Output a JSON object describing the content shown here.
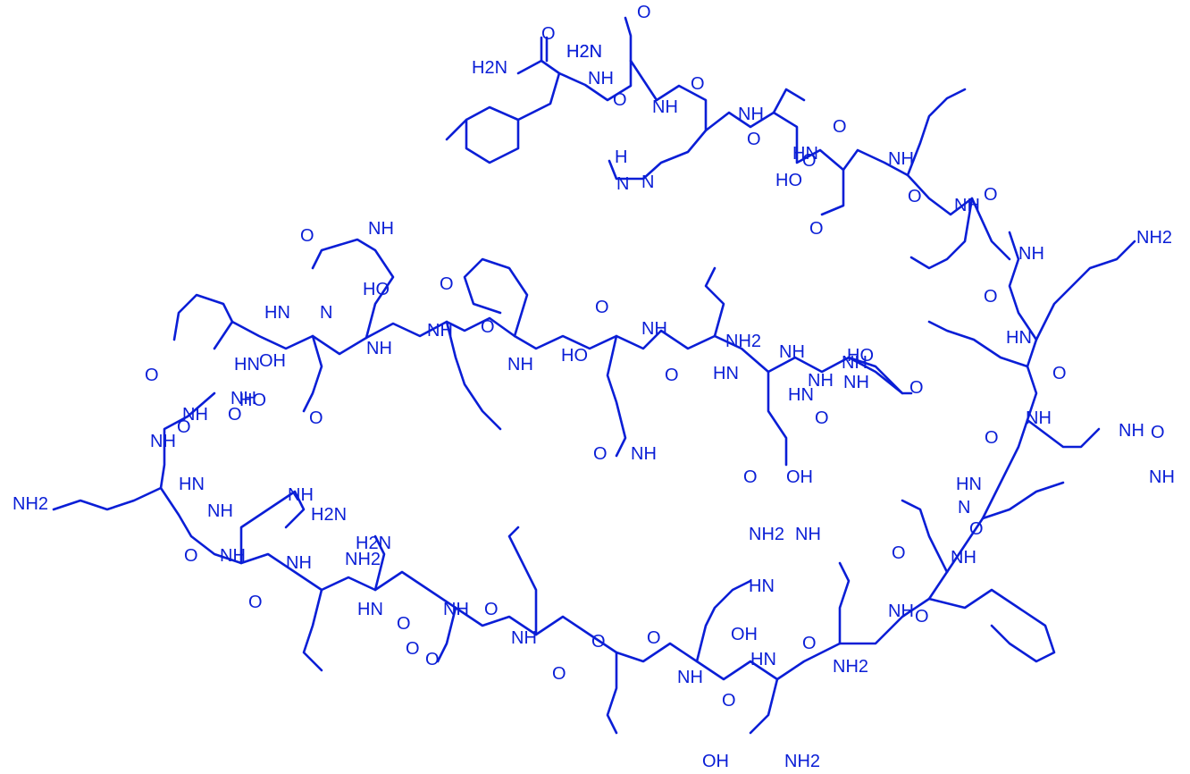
{
  "molecule": {
    "color": "#0a1ed6",
    "background": "#ffffff",
    "residues": [
      "Ser",
      "Glu",
      "Ile",
      "Gln",
      "Phe",
      "Nle",
      "His",
      "Asn",
      "Leu",
      "Gly",
      "Lys",
      "His",
      "Leu",
      "Ser",
      "Ser",
      "Nle",
      "Glu",
      "Arg",
      "Val",
      "Glu",
      "Trp",
      "Leu",
      "Arg",
      "Lys",
      "Lys",
      "Leu",
      "Gln",
      "Asp",
      "Val",
      "His",
      "Asn",
      "Tyr"
    ],
    "atom_labels": [
      "H2N",
      "NH",
      "O",
      "H2N",
      "O",
      "NH",
      "O",
      "O",
      "H2N",
      "O",
      "H",
      "N",
      "O",
      "NH",
      "HN",
      "N",
      "O",
      "NH",
      "O",
      "HO",
      "O",
      "NH",
      "O",
      "NH",
      "O",
      "HN",
      "O",
      "NH",
      "NH2",
      "HN",
      "N",
      "O",
      "NH",
      "O",
      "NH",
      "O",
      "NH",
      "O",
      "NH",
      "O",
      "NH2",
      "HN",
      "O",
      "NH2",
      "O",
      "OH",
      "NH",
      "O",
      "OH",
      "NH2",
      "NH",
      "HN",
      "O",
      "O",
      "NH",
      "O",
      "NH",
      "O",
      "H2N",
      "O",
      "HN",
      "O",
      "NH2",
      "NH",
      "H2N",
      "NH2",
      "HN",
      "NH",
      "O",
      "NH",
      "O",
      "NH",
      "NH",
      "NH",
      "O",
      "O",
      "HN",
      "O",
      "OH",
      "NH",
      "O",
      "HO",
      "HN",
      "N",
      "NH",
      "NH",
      "HO",
      "O",
      "NH",
      "O",
      "NH",
      "O",
      "HO",
      "NH",
      "O",
      "O",
      "HN",
      "NH2",
      "NH",
      "NH",
      "HN",
      "O",
      "NH",
      "O",
      "OH",
      "NH",
      "O",
      "NH",
      "O",
      "HO"
    ]
  }
}
